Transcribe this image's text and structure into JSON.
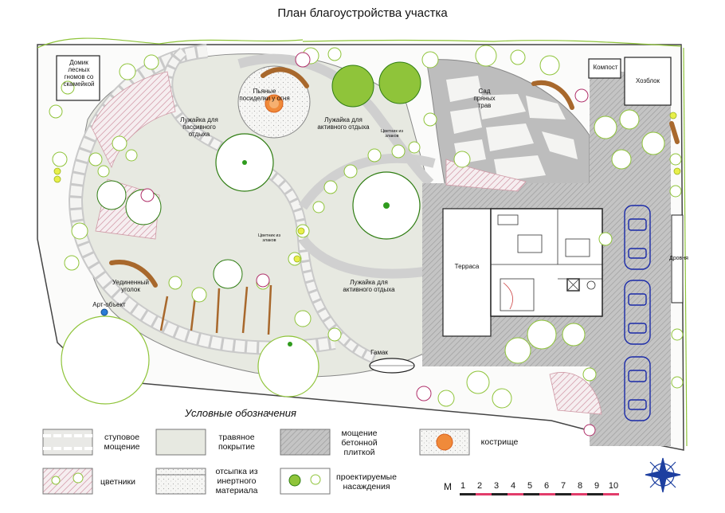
{
  "title": "План благоустройства участка",
  "labels": {
    "gnome_house": "Домик лесных гномов со скамейкой",
    "compost": "Компост",
    "shed": "Хозблок",
    "firepit_party": "Пьяные посиделки у огня",
    "lawn_passive": "Лужайка для пассивного отдыха",
    "lawn_active_top": "Лужайка для активного отдыха",
    "spice_garden": "Сад пряных трав",
    "flowers_grasses_top": "Цветник из злаков",
    "flowers_grasses_mid": "Цветник из злаков",
    "terrace": "Терраса",
    "firewood": "Дровня",
    "secluded_corner": "Уединенный уголок",
    "art_object": "Арт-объект",
    "lawn_active_bottom": "Лужайка для активного отдыха",
    "hammock": "Гамак"
  },
  "legend": {
    "title": "Условные обозначения",
    "items": [
      {
        "key": "step",
        "text": "ступовое мощение"
      },
      {
        "key": "grass",
        "text": "травяное покрытие"
      },
      {
        "key": "paving",
        "text": "мощение бетонной плиткой"
      },
      {
        "key": "fire",
        "text": "кострище"
      },
      {
        "key": "flowers",
        "text": "цветники"
      },
      {
        "key": "gravel",
        "text": "отсыпка из инертного материала"
      },
      {
        "key": "plants",
        "text": "проектируемые насаждения"
      }
    ]
  },
  "scale": {
    "unit": "М",
    "ticks": [
      "1",
      "2",
      "3",
      "4",
      "5",
      "6",
      "7",
      "8",
      "9",
      "10"
    ]
  },
  "colors": {
    "lawn": "#e7e9e1",
    "paving": "#b9b9b9",
    "gravel": "#f4f4f2",
    "plant": "#8fc43a",
    "plant_dark": "#2f7d12",
    "flowers": "#cf9aa6",
    "fire": "#f08a3a",
    "car": "#1a2aa8",
    "wood": "#a8682c",
    "compass": "#1d3fa0"
  }
}
